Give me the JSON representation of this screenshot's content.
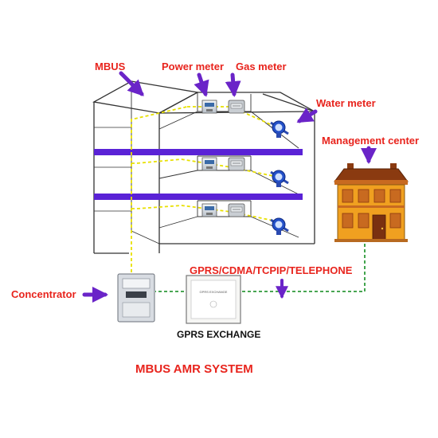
{
  "labels": {
    "mbus": "MBUS",
    "power_meter": "Power meter",
    "gas_meter": "Gas meter",
    "water_meter": "Water meter",
    "management_center": "Management center",
    "concentrator": "Concentrator",
    "gprs_link": "GPRS/CDMA/TCPIP/TELEPHONE",
    "gprs_exchange": "GPRS EXCHANGE",
    "title": "MBUS AMR SYSTEM"
  },
  "colors": {
    "label_red": "#e8241d",
    "arrow_purple": "#6a24c8",
    "floor_band": "#5a22d6",
    "mbus_wire": "#e8e000",
    "network_link": "#2e9a3a",
    "building_outline": "#333333",
    "house_wall": "#f0a020",
    "house_roof": "#8a3a10"
  },
  "exchange_panel_text": "GPRS EXCHANGE"
}
